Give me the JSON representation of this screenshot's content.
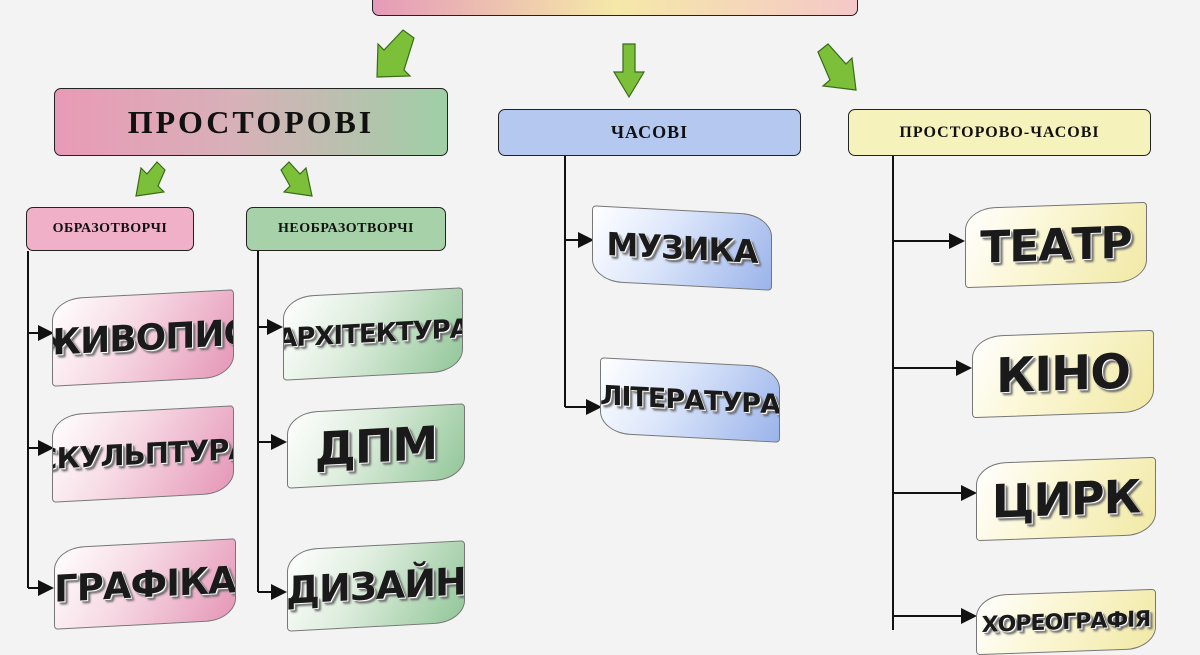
{
  "diagram": {
    "top_title": "",
    "categories": {
      "prostorovi": "ПРОСТОРОВІ",
      "chasovi": "ЧАСОВІ",
      "prostorovo_chasovi": "ПРОСТОРОВО-ЧАСОВІ"
    },
    "subcategories": {
      "obrazotvorchi": "ОБРАЗОТВОРЧІ",
      "neobrazotvorchi": "НЕОБРАЗОТВОРЧІ"
    },
    "arts": {
      "zhyvopys": "ЖИВОПИС",
      "skulptura": "СКУЛЬПТУРА",
      "hrafika": "ГРАФІКА",
      "arkhitektura": "АРХІТЕКТУРА",
      "dpm": "ДПМ",
      "dyzain": "ДИЗАЙН",
      "muzyka": "МУЗИКА",
      "literatura": "ЛІТЕРАТУРА",
      "teatr": "ТЕАТР",
      "kino": "КІНО",
      "tsyrk": "ЦИРК",
      "khoreohrafiia": "ХОРЕОГРАФІЯ"
    },
    "colors": {
      "arrow_green": "#7cc03a",
      "pink": "#e596b6",
      "green": "#92c698",
      "blue": "#9ab3ea",
      "yellow": "#f1e9a5"
    }
  }
}
